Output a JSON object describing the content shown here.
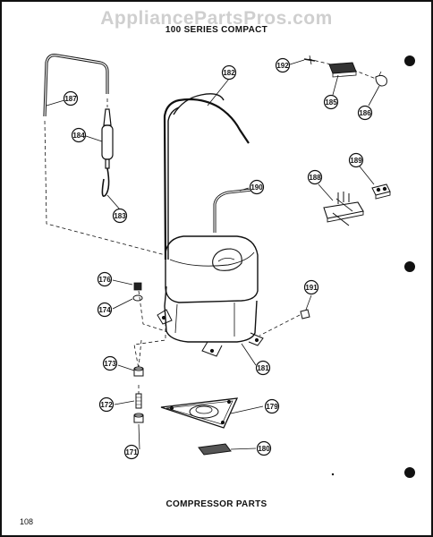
{
  "watermark": "AppliancePartsPros.com",
  "header": {
    "title": "100 SERIES COMPACT"
  },
  "footer": {
    "caption": "COMPRESSOR PARTS",
    "page_number": "108"
  },
  "part_labels": {
    "p182": "182",
    "p187": "187",
    "p192": "192",
    "p185": "185",
    "p186": "186",
    "p184": "184",
    "p183": "183",
    "p190": "190",
    "p188": "188",
    "p189": "189",
    "p176": "176",
    "p174": "174",
    "p191": "191",
    "p173": "173",
    "p181": "181",
    "p172": "172",
    "p179": "179",
    "p171": "171",
    "p180": "180"
  }
}
